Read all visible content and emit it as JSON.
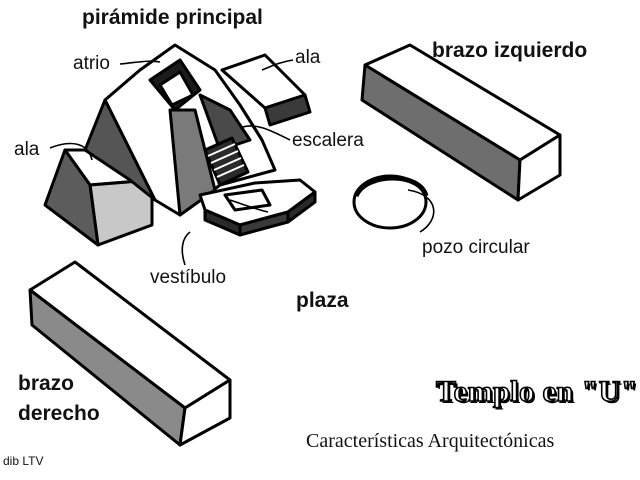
{
  "labels": {
    "piramide_principal": "pirámide principal",
    "atrio": "atrio",
    "ala_right": "ala",
    "ala_left": "ala",
    "escalera": "escalera",
    "brazo_izquierdo": "brazo izquierdo",
    "pozo_circular": "pozo circular",
    "vestibulo": "vestíbulo",
    "plaza": "plaza",
    "brazo_derecho_line1": "brazo",
    "brazo_derecho_line2": "derecho",
    "credit": "dib LTV"
  },
  "title": "Templo en \"U\"",
  "subtitle": "Características Arquitectónicas"
}
